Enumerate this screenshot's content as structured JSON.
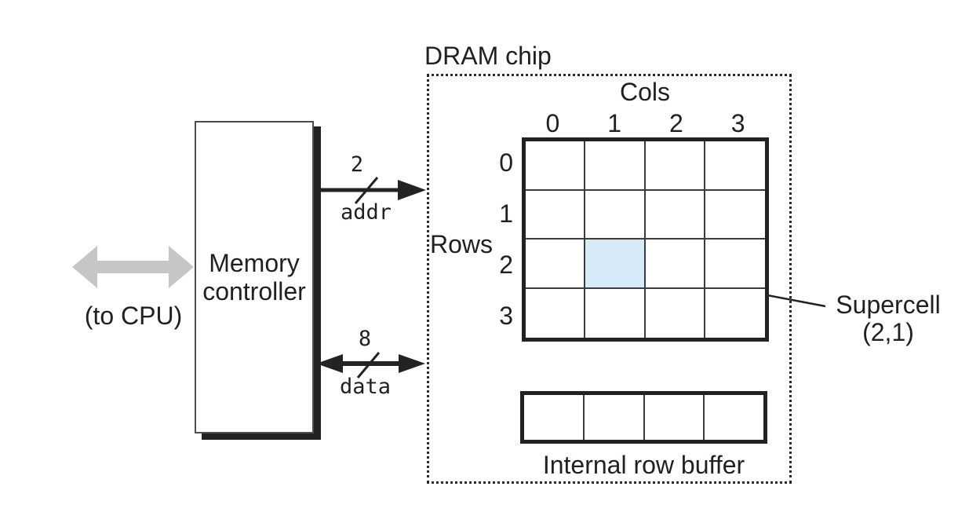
{
  "labels": {
    "dram_chip": "DRAM chip",
    "cols": "Cols",
    "rows": "Rows",
    "memory_controller_line1": "Memory",
    "memory_controller_line2": "controller",
    "to_cpu": "(to CPU)",
    "supercell_line1": "Supercell",
    "supercell_line2": "(2,1)",
    "internal_row_buffer": "Internal row buffer"
  },
  "buses": {
    "addr": {
      "width_bits": "2",
      "name": "addr"
    },
    "data": {
      "width_bits": "8",
      "name": "data"
    }
  },
  "grid": {
    "rows": 4,
    "cols": 4,
    "col_labels": [
      "0",
      "1",
      "2",
      "3"
    ],
    "row_labels": [
      "0",
      "1",
      "2",
      "3"
    ],
    "highlighted_cell": {
      "row": 2,
      "col": 1
    }
  },
  "row_buffer": {
    "cells": 4
  },
  "colors": {
    "ink": "#231f20",
    "outline": "#222222",
    "inner_grid_line": "#3c3c3c",
    "highlight_fill": "#d6eaf8",
    "cpu_arrow_gray": "#c5c6c8"
  }
}
